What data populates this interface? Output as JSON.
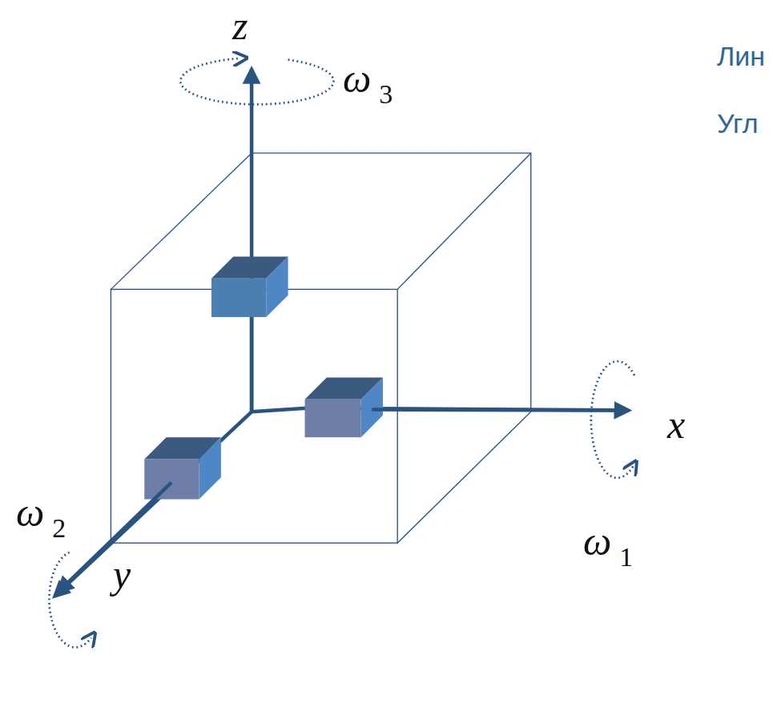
{
  "diagram": {
    "labels": [
      "z",
      "ω3",
      "Лин",
      "Угл",
      "x",
      "ω1",
      "ω2",
      "y"
    ]
  }
}
